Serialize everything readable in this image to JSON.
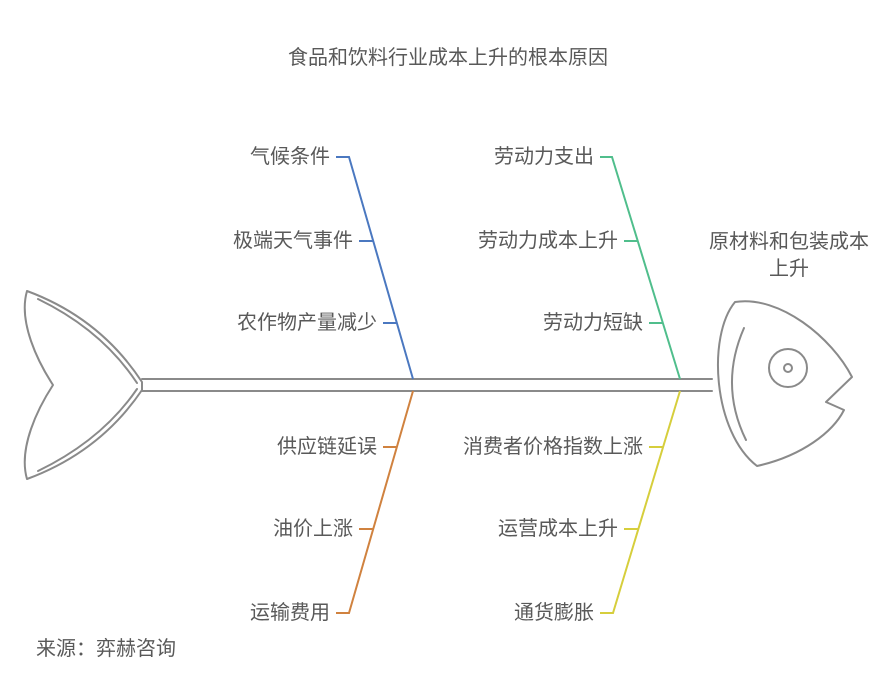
{
  "title": "食品和饮料行业成本上升的根本原因",
  "source": "来源：弈赫咨询",
  "effect_label": "原材料和包装成本上升",
  "colors": {
    "text": "#595959",
    "skeleton": "#8a8a8a",
    "branch_top_left": "#4B78C0",
    "branch_top_right": "#50BE8C",
    "branch_bottom_left": "#D0823F",
    "branch_bottom_right": "#D6CE3C"
  },
  "branches": {
    "top_left": {
      "items": [
        "气候条件",
        "极端天气事件",
        "农作物产量减少"
      ]
    },
    "top_right": {
      "items": [
        "劳动力支出",
        "劳动力成本上升",
        "劳动力短缺"
      ]
    },
    "bottom_left": {
      "items": [
        "供应链延误",
        "油价上涨",
        "运输费用"
      ]
    },
    "bottom_right": {
      "items": [
        "消费者价格指数上涨",
        "运营成本上升",
        "通货膨胀"
      ]
    }
  }
}
